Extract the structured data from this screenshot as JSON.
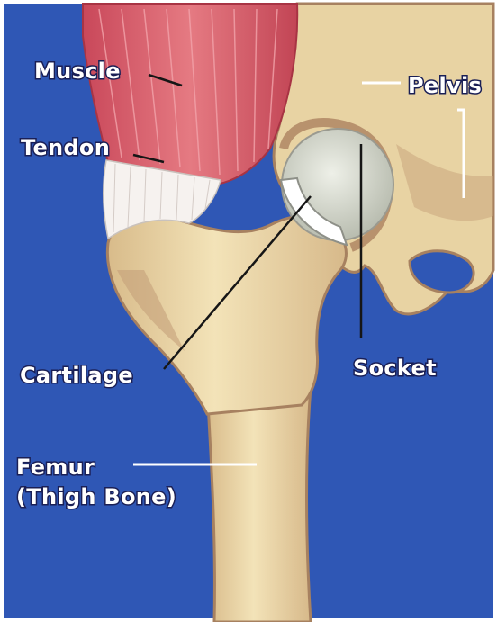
{
  "colors": {
    "background": "#2f57b5",
    "muscle": "#d9606b",
    "tendon": "#f4f0ee",
    "bone": "#eedcad",
    "bone_shadow": "#b8926d",
    "cartilage": "#d9dcd2",
    "label_text": "#ffffff"
  },
  "labels": {
    "muscle": "Muscle",
    "tendon": "Tendon",
    "pelvis": "Pelvis",
    "cartilage": "Cartilage",
    "socket": "Socket",
    "femur_line1": "Femur",
    "femur_line2": "(Thigh Bone)"
  }
}
